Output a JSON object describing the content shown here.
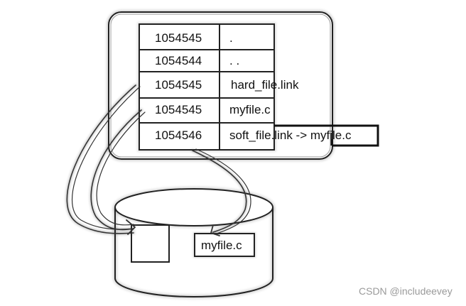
{
  "directory_table": {
    "rows": [
      {
        "inode": "1054545",
        "name": "."
      },
      {
        "inode": "1054544",
        "name": ". ."
      },
      {
        "inode": "1054545",
        "name": "hard_file.link"
      },
      {
        "inode": "1054545",
        "name": "myfile.c"
      },
      {
        "inode": "1054546",
        "name": "soft_file.link -> myfile.c"
      }
    ]
  },
  "disk": {
    "file_label": "myfile.c"
  },
  "watermark": "CSDN @includeevey"
}
